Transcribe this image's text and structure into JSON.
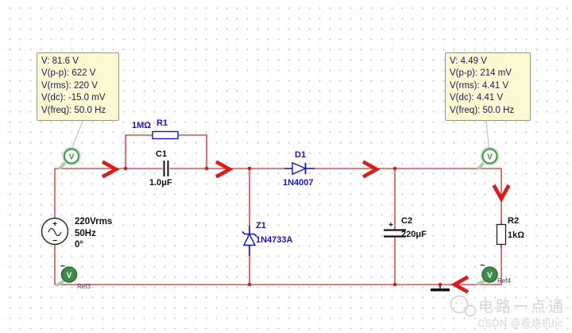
{
  "measurement_boxes": {
    "left": {
      "lines": [
        "V: 81.6 V",
        "V(p-p): 622 V",
        "V(rms): 220 V",
        "V(dc): -15.0 mV",
        "V(freq): 50.0 Hz"
      ]
    },
    "right": {
      "lines": [
        "V: 4.49 V",
        "V(p-p): 214 mV",
        "V(rms): 4.41 V",
        "V(dc): 4.41 V",
        "V(freq): 50.0 Hz"
      ]
    }
  },
  "components": {
    "source": {
      "value": "220Vrms",
      "frequency": "50Hz",
      "phase": "0°",
      "plus": "+",
      "minus": "−"
    },
    "r1": {
      "ref": "R1",
      "value": "1MΩ"
    },
    "c1": {
      "ref": "C1",
      "value": "1.0μF"
    },
    "d1": {
      "ref": "D1",
      "value": "1N4007"
    },
    "z1": {
      "ref": "Z1",
      "value": "1N4733A"
    },
    "c2": {
      "ref": "C2",
      "value": "220μF",
      "polarity": "+"
    },
    "r2": {
      "ref": "R2",
      "value": "1kΩ"
    }
  },
  "probes": {
    "top_left": {
      "glyph": "V"
    },
    "top_right": {
      "glyph": "V"
    },
    "ref3": {
      "glyph": "V",
      "label": "Ref3",
      "minus": "−"
    },
    "ref4": {
      "glyph": "V",
      "label": "Ref4",
      "minus": "−"
    }
  },
  "watermark": {
    "title": "电路一点通",
    "subtitle": "CSDN @板烧机bc"
  },
  "colors": {
    "wire_red": "#e05050",
    "arrow_red": "#e01818",
    "junction_red": "#cc2020",
    "component_blue": "#1414cc",
    "probe_green": "#3f8c46",
    "box_bg": "#fcf9d2",
    "box_text": "#1c1c50",
    "watermark_gray": "#d4d4d4"
  }
}
